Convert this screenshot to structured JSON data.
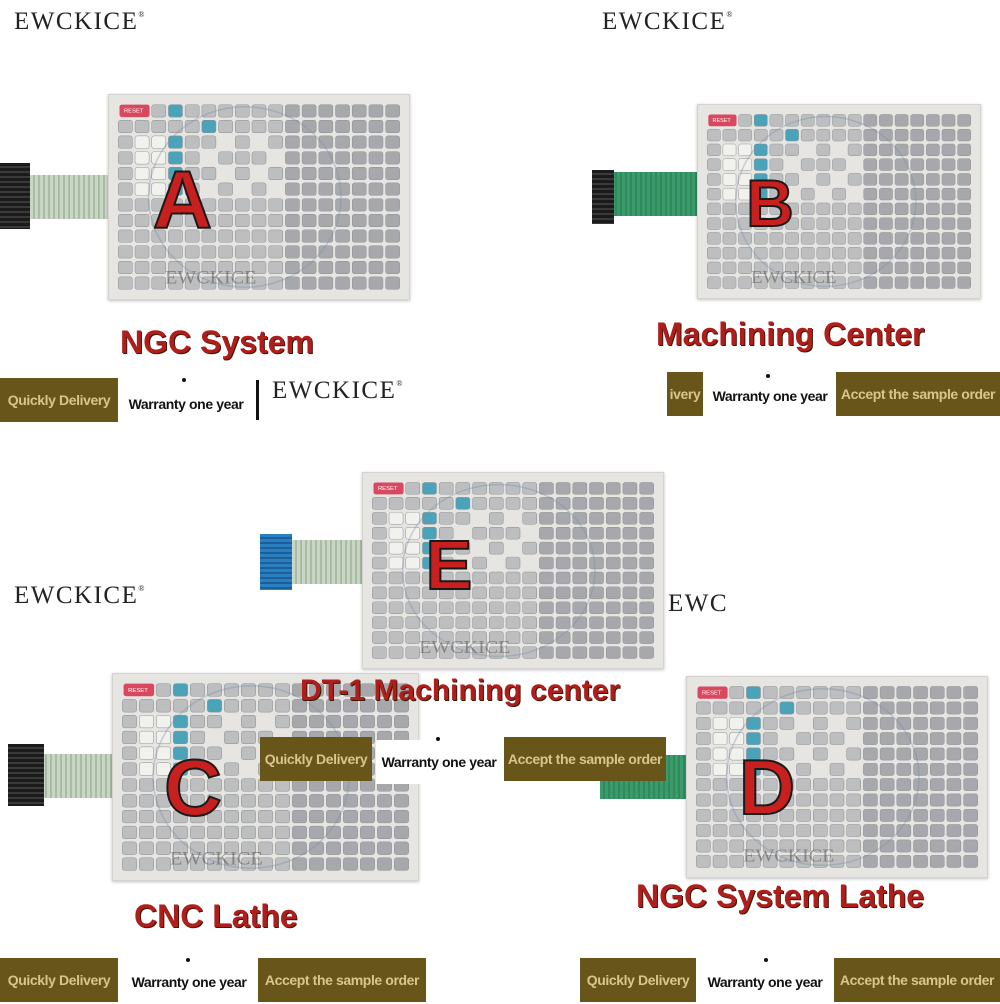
{
  "brand": "EWCKICE",
  "brand_mark": "®",
  "panels": [
    {
      "id": "A",
      "letter": "A",
      "title": "NGC System"
    },
    {
      "id": "B",
      "letter": "B",
      "title": "Machining Center"
    },
    {
      "id": "E",
      "letter": "E",
      "title": "DT-1 Machining center"
    },
    {
      "id": "C",
      "letter": "C",
      "title": "CNC Lathe"
    },
    {
      "id": "D",
      "letter": "D",
      "title": "NGC System Lathe"
    }
  ],
  "tags": {
    "quick": "Quickly Delivery",
    "warranty": "Warranty one year",
    "sample": "Accept the sample order",
    "quick_cut": "ivery"
  },
  "key_labels": {
    "reset": "RESET",
    "watermark": "EWCKICE"
  },
  "colors": {
    "title_red": "#b01e1c",
    "banner_olive": "#67551a",
    "banner_text": "#d8c68a",
    "key_blue": "#4aa3b8",
    "key_red": "#d9485f"
  }
}
